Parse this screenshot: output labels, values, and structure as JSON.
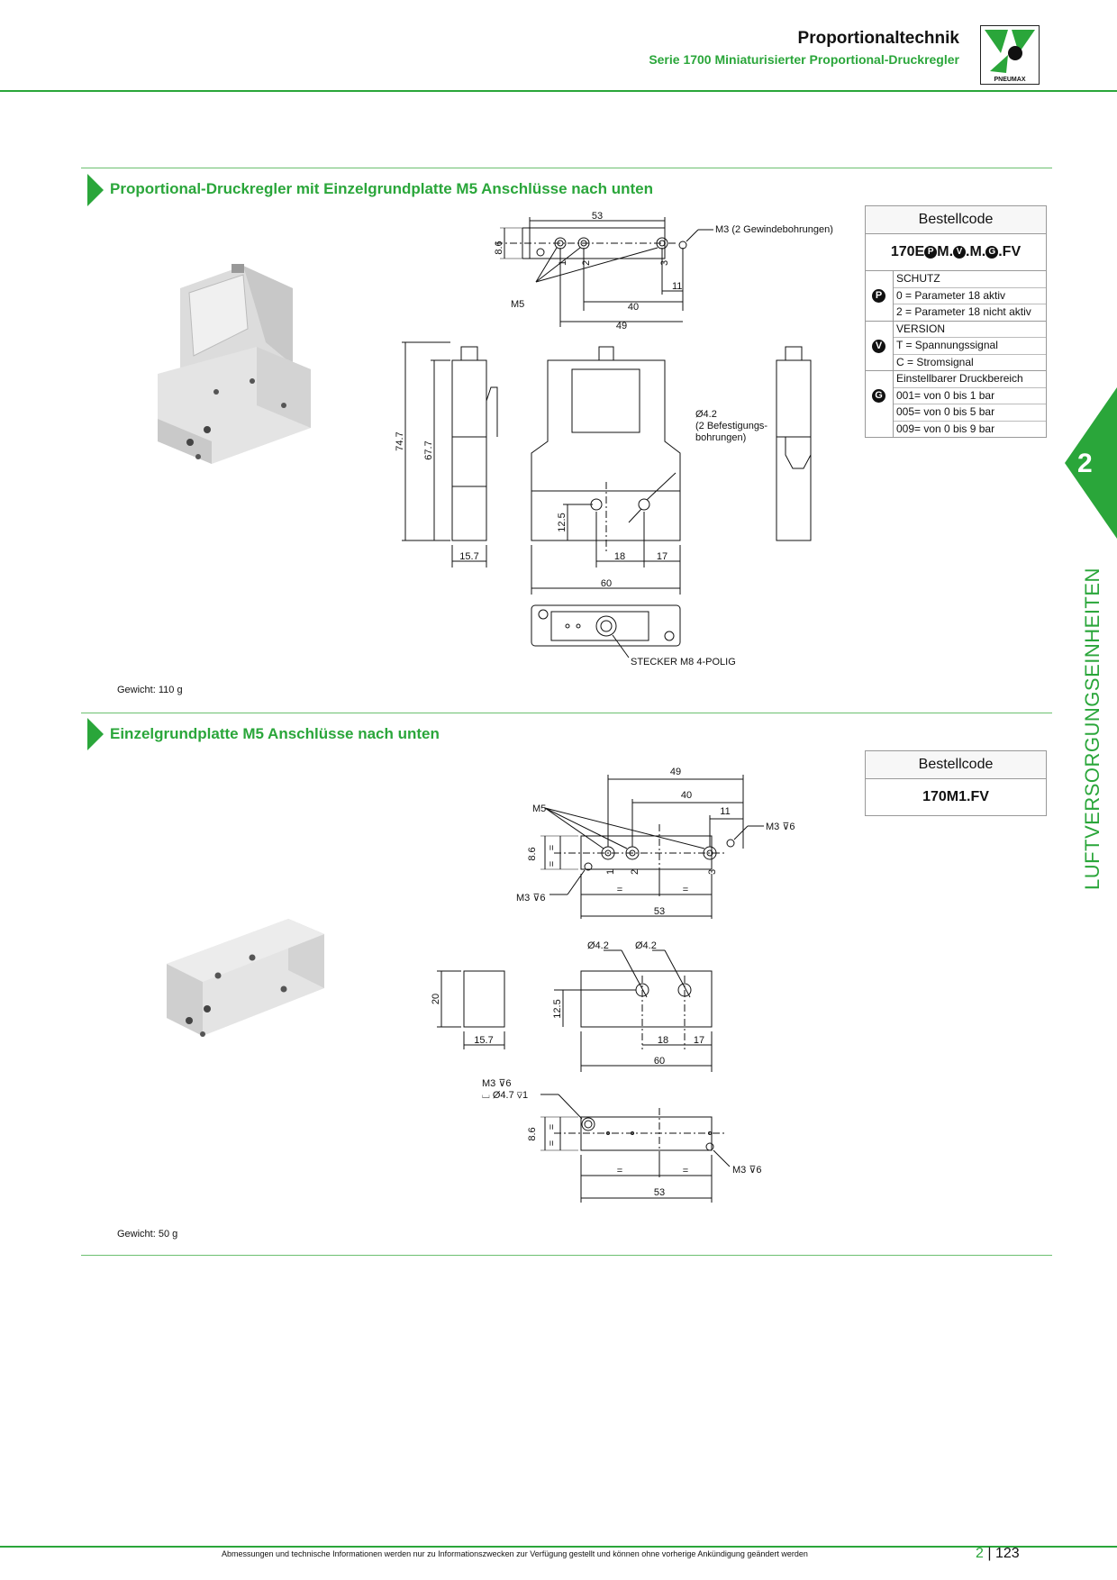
{
  "header": {
    "title": "Proportionaltechnik",
    "subtitle": "Serie 1700 Miniaturisierter Proportional-Druckregler",
    "logo_text": "PNEUMAX"
  },
  "side_tab": {
    "number": "2",
    "vertical_label": "LUFTVERSORGUNGSEINHEITEN"
  },
  "section1": {
    "title": "Proportional-Druckregler mit Einzelgrundplatte M5 Anschlüsse nach unten",
    "weight": "Gewicht: 110 g",
    "order_box": {
      "header": "Bestellcode",
      "code_prefix": "170E",
      "code_mid1": "M.",
      "code_mid2": ".M.",
      "code_suffix": ".FV",
      "groups": [
        {
          "letter": "P",
          "lines": [
            "SCHUTZ",
            "0 = Parameter 18 aktiv",
            "2 = Parameter 18 nicht aktiv"
          ]
        },
        {
          "letter": "V",
          "lines": [
            "VERSION",
            "T = Spannungssignal",
            "C = Stromsignal"
          ]
        },
        {
          "letter": "G",
          "lines": [
            "Einstellbarer Druckbereich",
            "001= von 0 bis 1 bar",
            "005= von 0 bis 5 bar",
            "009= von 0 bis 9 bar"
          ]
        }
      ]
    },
    "drawing": {
      "d_53": "53",
      "d_8_6": "8.6",
      "d_40": "40",
      "d_11": "11",
      "d_49": "49",
      "m3_note": "M3 (2 Gewindebohrungen)",
      "m5": "M5",
      "p1": "1",
      "p2": "2",
      "p3": "3",
      "d_74_7": "74.7",
      "d_67_7": "67.7",
      "d_15_7": "15.7",
      "d_12_5": "12.5",
      "d_18": "18",
      "d_17": "17",
      "d_60": "60",
      "hole_note_1": "Ø4.2",
      "hole_note_2": "(2 Befestigungs-",
      "hole_note_3": "bohrungen)",
      "connector": "STECKER M8 4-POLIG"
    }
  },
  "section2": {
    "title": "Einzelgrundplatte M5 Anschlüsse nach unten",
    "weight": "Gewicht: 50 g",
    "order_box": {
      "header": "Bestellcode",
      "code": "170M1.FV"
    },
    "drawing": {
      "d_49": "49",
      "d_40": "40",
      "d_11": "11",
      "m5": "M5",
      "m3_6": "M3 ⊽6",
      "d_8_6": "8.6",
      "eq": "=",
      "d_53": "53",
      "p1": "1",
      "p2": "2",
      "p3": "3",
      "hole_a": "Ø4.2",
      "hole_b": "Ø4.2",
      "d_20": "20",
      "d_15_7": "15.7",
      "d_12_5": "12.5",
      "d_18": "18",
      "d_17": "17",
      "d_60": "60",
      "cbore": "⌴ Ø4.7 ⊽1"
    }
  },
  "footer": {
    "disclaimer": "Abmessungen und technische Informationen werden nur zu Informationszwecken zur Verfügung gestellt und können ohne vorherige Ankündigung geändert werden",
    "page_section": "2",
    "page_number": "123"
  }
}
